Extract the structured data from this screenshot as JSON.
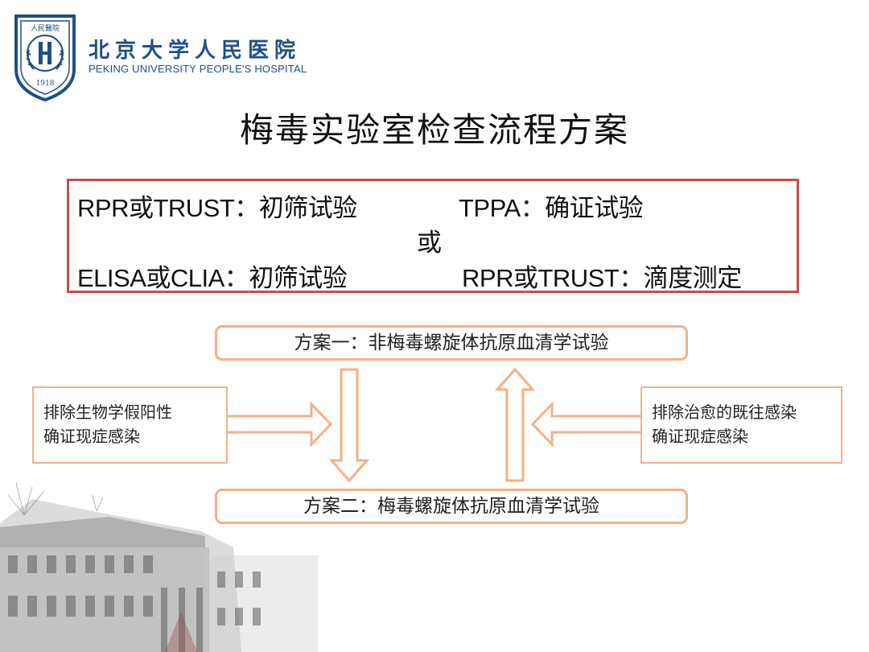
{
  "header": {
    "logo_cn": "北京大学人民医院",
    "logo_en": "PEKING UNIVERSITY PEOPLE'S HOSPITAL",
    "seal_top_text": "人民醫院",
    "seal_year": "1918"
  },
  "title": "梅毒实验室检查流程方案",
  "summary": {
    "row1_left": "RPR或TRUST：初筛试验",
    "row1_right": "TPPA：确证试验",
    "middle": "或",
    "row2_left": "ELISA或CLIA：初筛试验",
    "row2_right": "RPR或TRUST：滴度测定"
  },
  "flow": {
    "plan1": "方案一：非梅毒螺旋体抗原血清学试验",
    "plan2": "方案二：梅毒螺旋体抗原血清学试验",
    "left_note": {
      "line1": "排除生物学假阳性",
      "line2": "确证现症感染"
    },
    "right_note": {
      "line1": "排除治愈的既往感染",
      "line2": "确证现症感染"
    }
  },
  "colors": {
    "brand_blue": "#1f4f86",
    "summary_border": "#c0504d",
    "flow_orange": "#f4b183"
  }
}
